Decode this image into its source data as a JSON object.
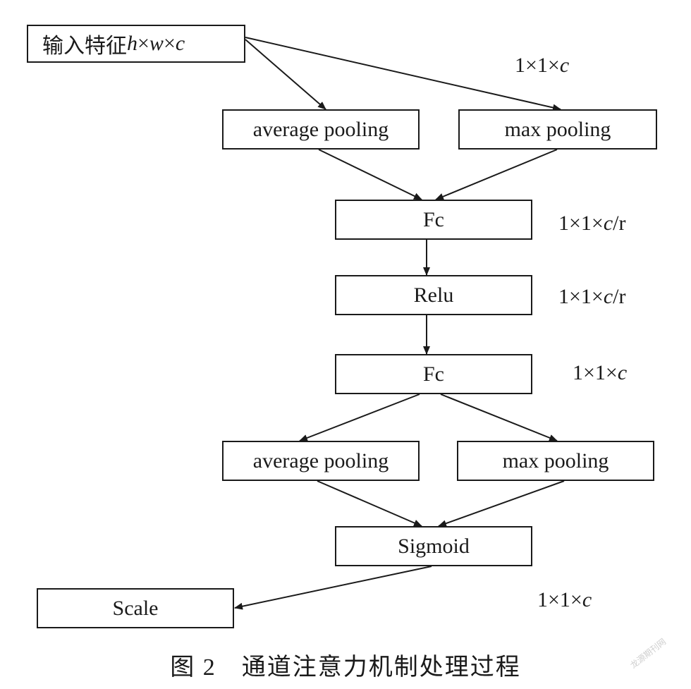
{
  "nodes": {
    "input": {
      "prefix": "输入特征 ",
      "h": "h",
      "x1": "×",
      "w": "w",
      "x2": "×",
      "c": "c"
    },
    "avg_pool_1": "average pooling",
    "max_pool_1": "max pooling",
    "fc_1": "Fc",
    "relu": "Relu",
    "fc_2": "Fc",
    "avg_pool_2": "average pooling",
    "max_pool_2": "max pooling",
    "sigmoid": "Sigmoid",
    "scale": "Scale"
  },
  "dimension_labels": {
    "pooling": {
      "prefix": "1×1×",
      "var": "c",
      "suffix": ""
    },
    "fc_1": {
      "prefix": "1×1×",
      "var": "c",
      "suffix": "/r"
    },
    "relu": {
      "prefix": "1×1×",
      "var": "c",
      "suffix": "/r"
    },
    "fc_2": {
      "prefix": "1×1×",
      "var": "c",
      "suffix": ""
    },
    "sigmoid": {
      "prefix": "1×1×",
      "var": "c",
      "suffix": ""
    }
  },
  "caption": "图 2　通道注意力机制处理过程",
  "watermark": "龙源期刊网"
}
